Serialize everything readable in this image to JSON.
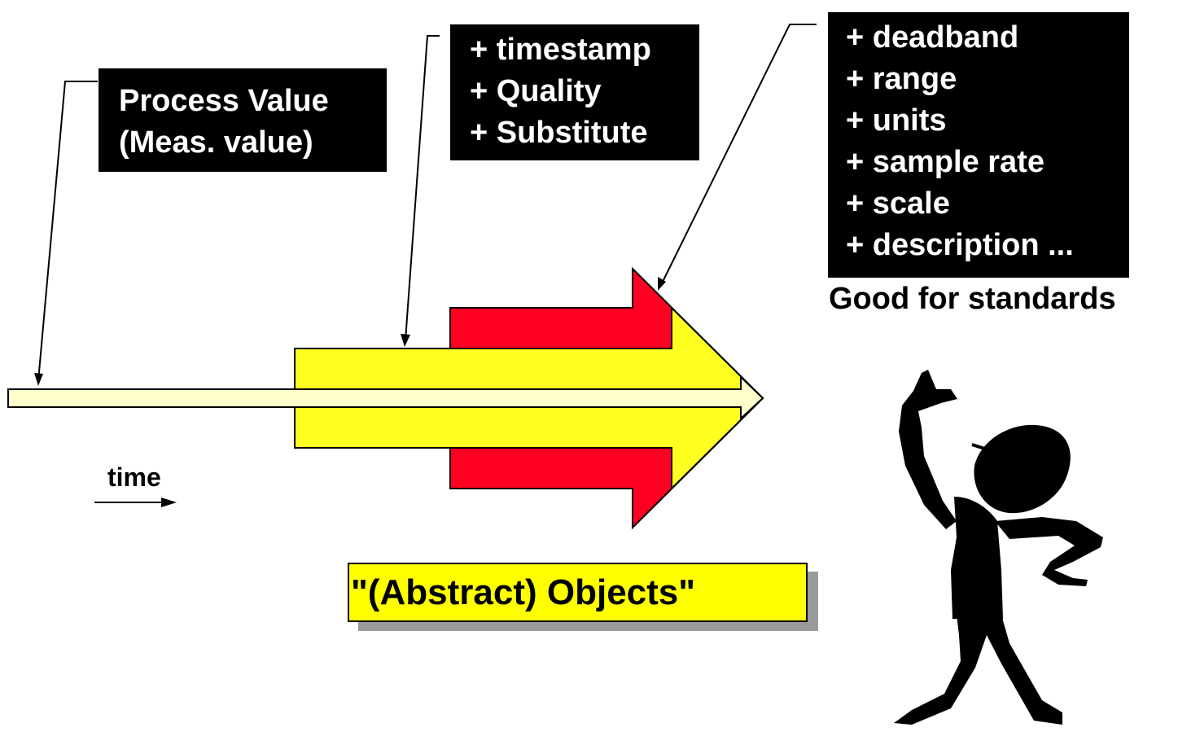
{
  "process_box": {
    "lines": [
      "Process Value",
      "(Meas. value)"
    ]
  },
  "timestamp_box": {
    "lines": [
      "+ timestamp",
      "+ Quality",
      "+ Substitute"
    ]
  },
  "attributes_box": {
    "lines": [
      "+ deadband",
      "+ range",
      "+ units",
      "+ sample rate",
      "+ scale",
      "+ description ..."
    ]
  },
  "caption": "Good for standards",
  "time_label": "time",
  "abstract_label": "\"(Abstract) Objects\"",
  "colors": {
    "red_arrow": "#ff0022",
    "yellow_arrow": "#ffff22",
    "thin_arrow": "#ffffcc",
    "box_bg": "#000000",
    "box_text": "#ffffff"
  },
  "icons": {
    "figure": "pointing-person-silhouette"
  }
}
